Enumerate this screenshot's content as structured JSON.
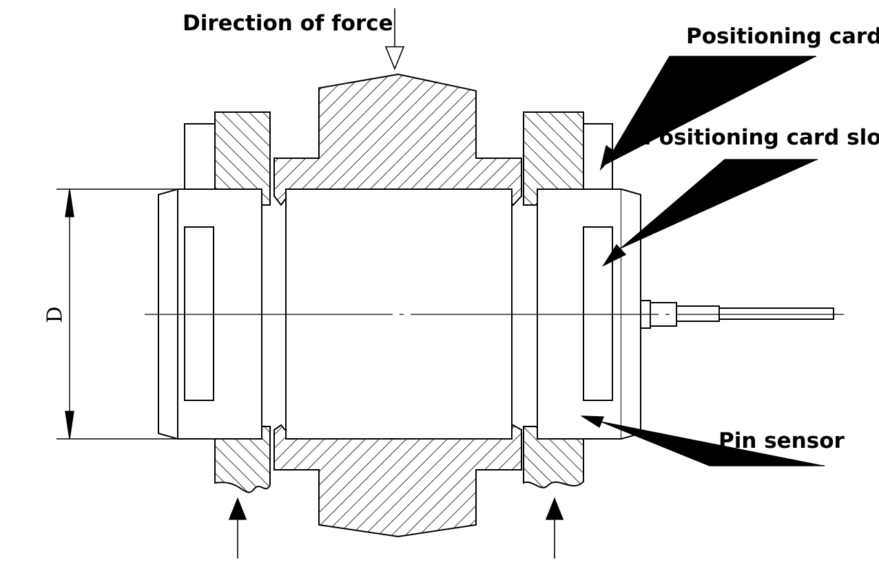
{
  "labels": {
    "direction_of_force": "Direction of force",
    "positioning_card": "Positioning card",
    "positioning_card_slot": "Positioning card slot",
    "pin_sensor": "Pin sensor",
    "dimension_d": "D"
  },
  "colors": {
    "stroke": "#000000",
    "background": "#ffffff"
  }
}
